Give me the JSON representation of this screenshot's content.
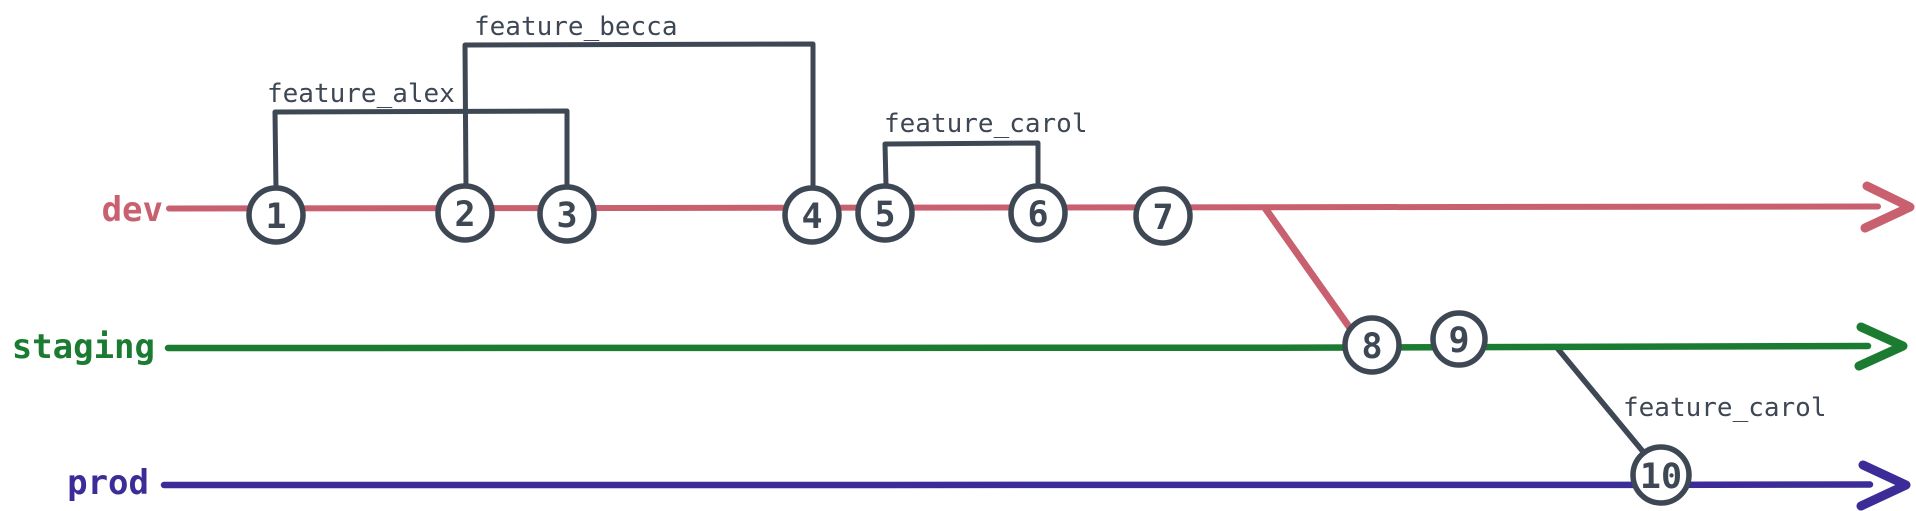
{
  "diagram_type": "git-branch-graph",
  "colors": {
    "dev": "#c9606f",
    "staging": "#1b7b31",
    "prod": "#3b2c98",
    "node": "#3e4754",
    "background": "#ffffff"
  },
  "branches": [
    {
      "name": "dev",
      "color": "#c9606f"
    },
    {
      "name": "staging",
      "color": "#1b7b31"
    },
    {
      "name": "prod",
      "color": "#3b2c98"
    }
  ],
  "commits": [
    {
      "number": "1",
      "branch": "dev"
    },
    {
      "number": "2",
      "branch": "dev"
    },
    {
      "number": "3",
      "branch": "dev"
    },
    {
      "number": "4",
      "branch": "dev"
    },
    {
      "number": "5",
      "branch": "dev"
    },
    {
      "number": "6",
      "branch": "dev"
    },
    {
      "number": "7",
      "branch": "dev"
    },
    {
      "number": "8",
      "branch": "staging"
    },
    {
      "number": "9",
      "branch": "staging"
    },
    {
      "number": "10",
      "branch": "prod"
    }
  ],
  "features": [
    {
      "name": "feature_alex",
      "from_commit": "1",
      "to_commit": "3",
      "on_branch": "dev"
    },
    {
      "name": "feature_becca",
      "from_commit": "2",
      "to_commit": "4",
      "on_branch": "dev"
    },
    {
      "name": "feature_carol",
      "from_commit": "5",
      "to_commit": "6",
      "on_branch": "dev"
    },
    {
      "name": "feature_carol",
      "from_commit": "9",
      "to_commit": "10",
      "on_branch": "staging-to-prod"
    }
  ],
  "merges": [
    {
      "from": "dev",
      "to": "staging",
      "into_commit": "8"
    },
    {
      "from": "staging",
      "to": "prod",
      "into_commit": "10",
      "label": "feature_carol"
    }
  ]
}
